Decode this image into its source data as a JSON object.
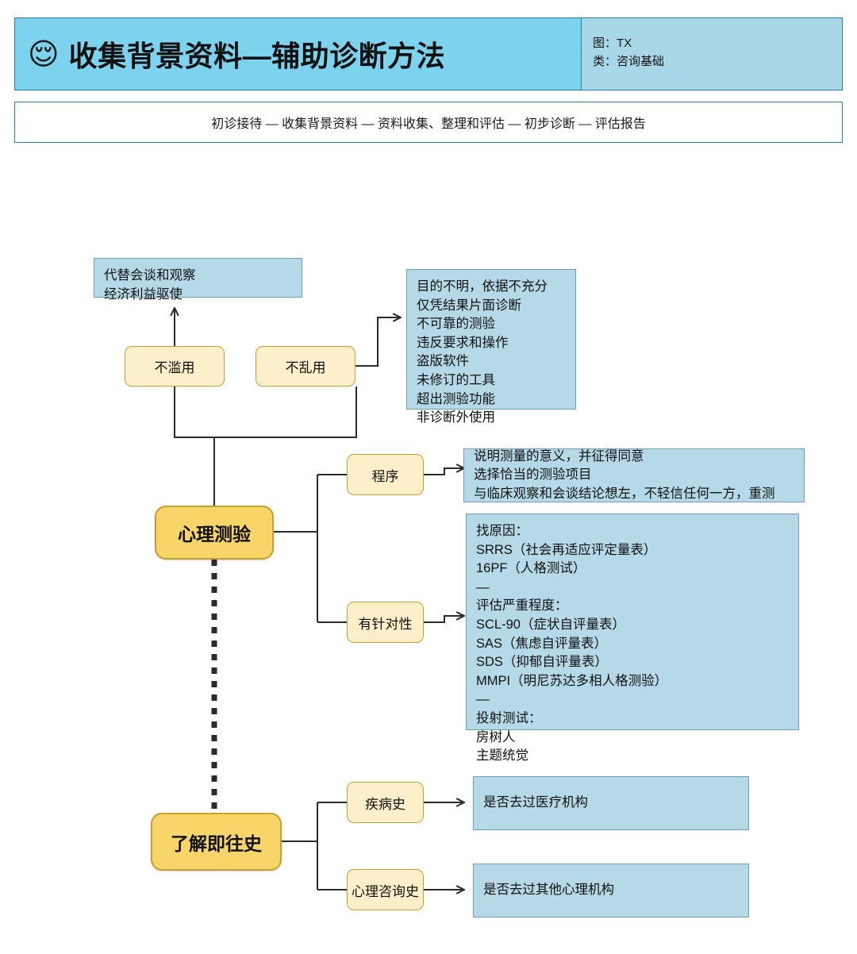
{
  "header": {
    "emoji": "😌",
    "emoji_name": "relieved-face-icon",
    "title": "收集背景资料—辅助诊断方法",
    "meta_chart_label": "图：TX",
    "meta_category_label": "类：咨询基础",
    "bg_color": "#7dd3ee",
    "meta_bg_color": "#a8d8e8",
    "border_color": "#2b7f9e"
  },
  "breadcrumb": {
    "text": "初诊接待 — 收集背景资料 — 资料收集、整理和评估 — 初步诊断 — 评估报告"
  },
  "palette": {
    "main_node_fill": "#f8d568",
    "main_node_border": "#c8a02e",
    "sub_node_fill": "#fcefc9",
    "sub_node_border": "#c8a02e",
    "panel_fill": "#b5d9e6",
    "panel_border": "#6f9fb2",
    "edge_color": "#2b2b2b"
  },
  "diagram": {
    "nodes": {
      "misuse_panel": "代替会谈和观察\n经济利益驱使",
      "no_overuse": "不滥用",
      "no_misuse": "不乱用",
      "abuse_panel": "目的不明，依据不充分\n仅凭结果片面诊断\n不可靠的测验\n违反要求和操作\n盗版软件\n未修订的工具\n超出测验功能\n非诊断外使用",
      "psych_test": "心理测验",
      "procedure": "程序",
      "procedure_panel": "说明测量的意义，并征得同意\n选择恰当的测验项目\n与临床观察和会谈结论想左，不轻信任何一方，重测",
      "targeted": "有针对性",
      "scales_panel": "找原因：\nSRRS（社会再适应评定量表）\n16PF（人格测试）\n—\n评估严重程度：\nSCL-90（症状自评量表）\nSAS（焦虑自评量表）\nSDS（抑郁自评量表）\nMMPI（明尼苏达多相人格测验）\n—\n投射测试：\n房树人\n主题统觉\n…",
      "history": "了解即往史",
      "illness_history": "疾病史",
      "illness_history_panel": "是否去过医疗机构",
      "counseling_history": "心理咨询史",
      "counseling_history_panel": "是否去过其他心理机构"
    }
  }
}
